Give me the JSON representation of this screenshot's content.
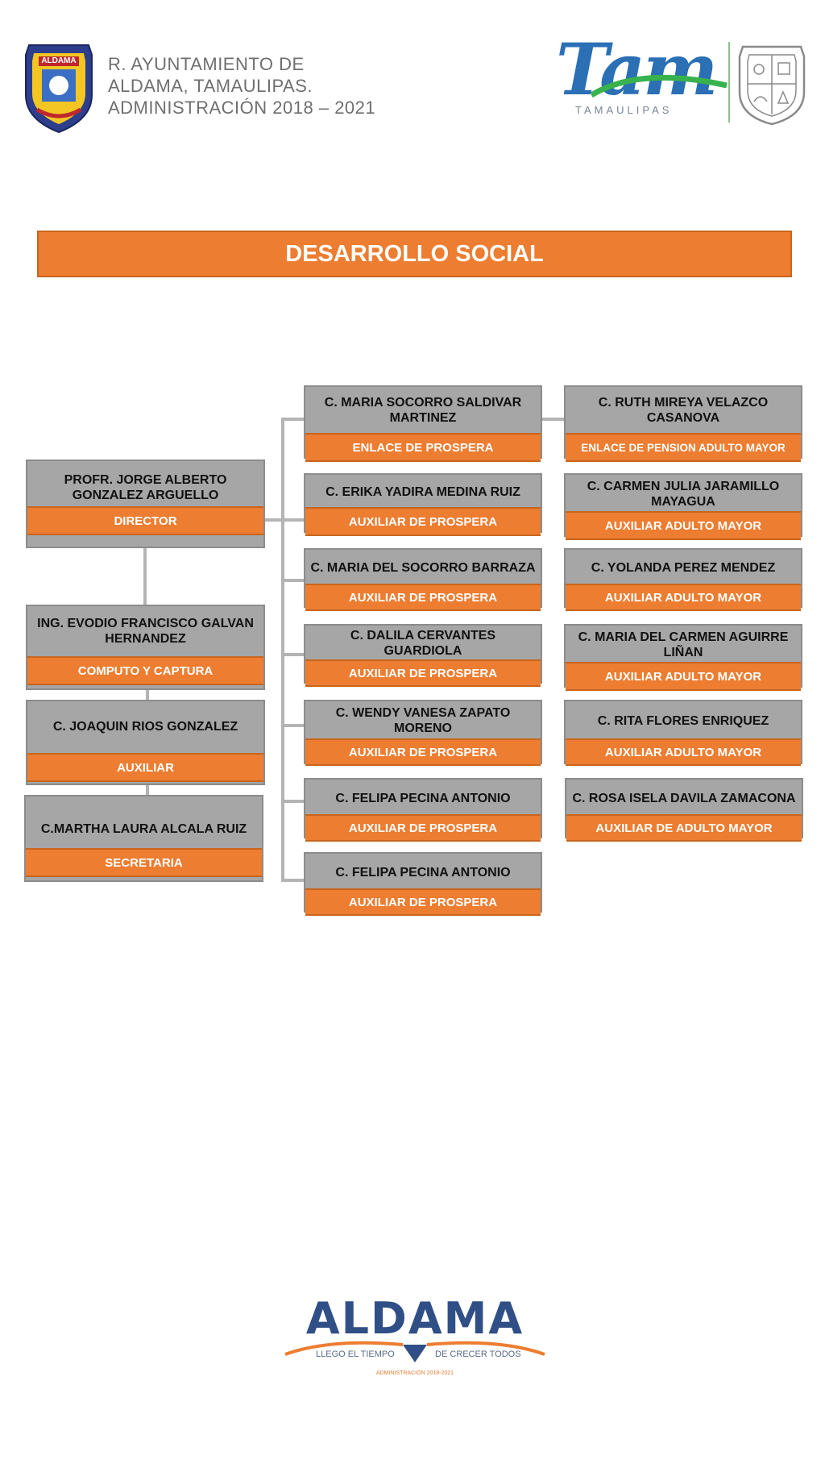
{
  "header": {
    "line1": "R. AYUNTAMIENTO DE",
    "line2": "ALDAMA, TAMAULIPAS.",
    "line3": "ADMINISTRACIÓN  2018 – 2021",
    "left_logo_text": "ALDAMA",
    "right_logo_word": "Tam",
    "right_logo_sub": "TAMAULIPAS"
  },
  "title": "DESARROLLO SOCIAL",
  "left_column": [
    {
      "name": "PROFR. JORGE ALBERTO GONZALEZ ARGUELLO",
      "role": "DIRECTOR"
    },
    {
      "name": "ING. EVODIO FRANCISCO GALVAN HERNANDEZ",
      "role": "COMPUTO Y CAPTURA"
    },
    {
      "name": "C. JOAQUIN RIOS GONZALEZ",
      "role": "AUXILIAR"
    },
    {
      "name": "C.MARTHA LAURA ALCALA RUIZ",
      "role": "SECRETARIA"
    }
  ],
  "middle_column": [
    {
      "name": "C. MARIA SOCORRO SALDIVAR MARTINEZ",
      "role": "ENLACE DE PROSPERA"
    },
    {
      "name": "C. ERIKA YADIRA MEDINA RUIZ",
      "role": "AUXILIAR DE PROSPERA"
    },
    {
      "name": "C. MARIA DEL SOCORRO BARRAZA",
      "role": "AUXILIAR DE PROSPERA"
    },
    {
      "name": "C. DALILA CERVANTES GUARDIOLA",
      "role": "AUXILIAR DE PROSPERA"
    },
    {
      "name": "C. WENDY VANESA ZAPATO MORENO",
      "role": "AUXILIAR DE PROSPERA"
    },
    {
      "name": "C. FELIPA PECINA ANTONIO",
      "role": "AUXILIAR DE PROSPERA"
    },
    {
      "name": "C. FELIPA PECINA ANTONIO",
      "role": "AUXILIAR DE PROSPERA"
    }
  ],
  "right_column": [
    {
      "name": "C. RUTH MIREYA VELAZCO CASANOVA",
      "role": "ENLACE DE PENSION ADULTO MAYOR"
    },
    {
      "name": "C. CARMEN JULIA JARAMILLO MAYAGUA",
      "role": "AUXILIAR ADULTO MAYOR"
    },
    {
      "name": "C. YOLANDA PEREZ MENDEZ",
      "role": "AUXILIAR ADULTO MAYOR"
    },
    {
      "name": "C. MARIA DEL CARMEN AGUIRRE LIÑAN",
      "role": "AUXILIAR  ADULTO MAYOR"
    },
    {
      "name": "C. RITA FLORES ENRIQUEZ",
      "role": "AUXILIAR  ADULTO MAYOR"
    },
    {
      "name": "C. ROSA ISELA DAVILA ZAMACONA",
      "role": "AUXILIAR DE  ADULTO MAYOR"
    }
  ],
  "footer": {
    "logo_text": "ALDAMA",
    "slogan_left": "LLEGO EL TIEMPO",
    "slogan_right": "DE CRECER TODOS",
    "admin": "ADMINISTRACIÓN 2018-2021"
  },
  "colors": {
    "orange": "#ED7D31",
    "gray": "#A6A6A6",
    "connector": "#B4B4B4"
  }
}
